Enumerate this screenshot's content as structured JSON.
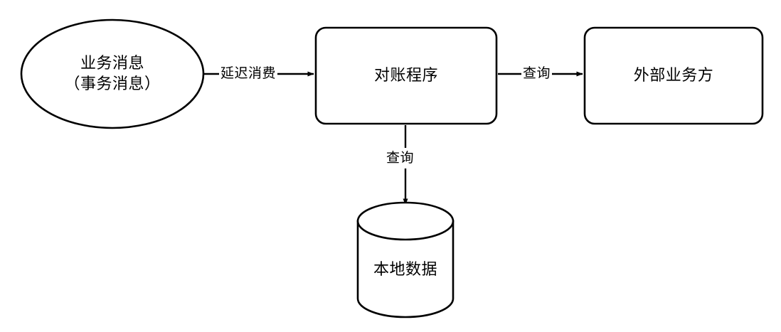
{
  "diagram": {
    "type": "flowchart",
    "background_color": "#ffffff",
    "stroke_color": "#000000",
    "fill_color": "#ffffff",
    "text_color": "#000000",
    "nodes": [
      {
        "id": "business-message",
        "shape": "ellipse",
        "line1": "业务消息",
        "line2": "（事务消息）"
      },
      {
        "id": "reconciliation-program",
        "shape": "rounded-rectangle",
        "label": "对账程序"
      },
      {
        "id": "external-party",
        "shape": "rounded-rectangle",
        "label": "外部业务方"
      },
      {
        "id": "local-data",
        "shape": "cylinder",
        "label": "本地数据"
      }
    ],
    "edges": [
      {
        "id": "edge-delayed-consume",
        "label": "延迟消费",
        "from": "business-message",
        "to": "reconciliation-program",
        "direction": "right"
      },
      {
        "id": "edge-query-external",
        "label": "查询",
        "from": "reconciliation-program",
        "to": "external-party",
        "direction": "right"
      },
      {
        "id": "edge-query-local",
        "label": "查询",
        "from": "reconciliation-program",
        "to": "local-data",
        "direction": "down"
      }
    ]
  }
}
